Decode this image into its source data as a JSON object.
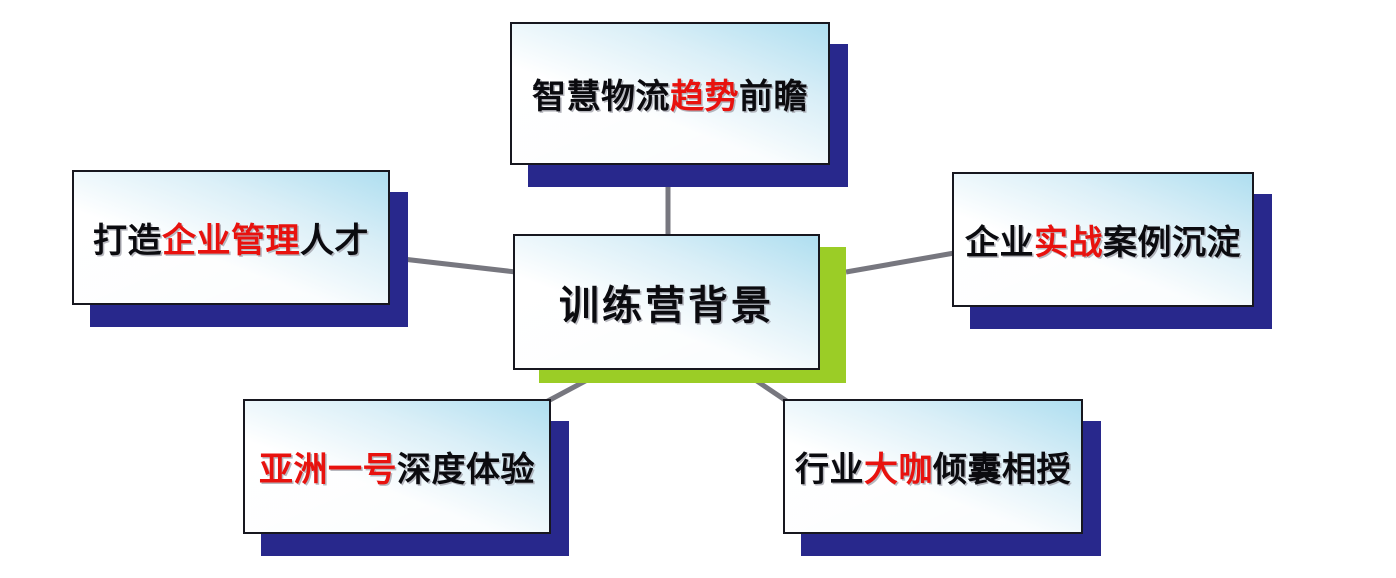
{
  "diagram": {
    "type": "hub-and-spoke",
    "background_color": "#ffffff",
    "accent_colors": {
      "highlight_text": "#e8120e",
      "branch_shadow": "#28288c",
      "center_shadow": "#9bcd26",
      "box_border": "#17171f",
      "connector_line": "#77777f"
    },
    "center": {
      "id": "center",
      "text": "训练营背景",
      "text_parts": [
        {
          "text": "训练营背景",
          "highlight": false
        }
      ],
      "shadow_color": "#9bcd26"
    },
    "branches": [
      {
        "id": "top",
        "position": "top",
        "text": "智慧物流趋势前瞻",
        "text_parts": [
          {
            "text": "智慧物流",
            "highlight": false
          },
          {
            "text": "趋势",
            "highlight": true
          },
          {
            "text": "前瞻",
            "highlight": false
          }
        ],
        "shadow_color": "#28288c"
      },
      {
        "id": "left",
        "position": "left",
        "text": "打造企业管理人才",
        "text_parts": [
          {
            "text": "打造",
            "highlight": false
          },
          {
            "text": "企业管理",
            "highlight": true
          },
          {
            "text": "人才",
            "highlight": false
          }
        ],
        "shadow_color": "#28288c"
      },
      {
        "id": "right",
        "position": "right",
        "text": "企业实战案例沉淀",
        "text_parts": [
          {
            "text": "企业",
            "highlight": false
          },
          {
            "text": "实战",
            "highlight": true
          },
          {
            "text": "案例沉淀",
            "highlight": false
          }
        ],
        "shadow_color": "#28288c"
      },
      {
        "id": "bottom-left",
        "position": "bottom-left",
        "text": "亚洲一号深度体验",
        "text_parts": [
          {
            "text": "亚洲一号",
            "highlight": true
          },
          {
            "text": "深度体验",
            "highlight": false
          }
        ],
        "shadow_color": "#28288c"
      },
      {
        "id": "bottom-right",
        "position": "bottom-right",
        "text": "行业大咖倾囊相授",
        "text_parts": [
          {
            "text": "行业",
            "highlight": false
          },
          {
            "text": "大咖",
            "highlight": true
          },
          {
            "text": "倾囊相授",
            "highlight": false
          }
        ],
        "shadow_color": "#28288c"
      }
    ],
    "connectors": [
      {
        "from": "center",
        "to": "top"
      },
      {
        "from": "center",
        "to": "left"
      },
      {
        "from": "center",
        "to": "right"
      },
      {
        "from": "center",
        "to": "bottom-left"
      },
      {
        "from": "center",
        "to": "bottom-right"
      }
    ]
  }
}
